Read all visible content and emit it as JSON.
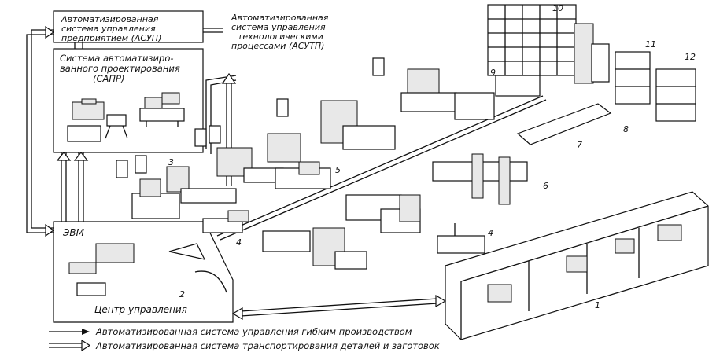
{
  "labels": {
    "asup": [
      "Автоматизированная",
      "система управления",
      "предприятием (АСУП)"
    ],
    "asutp": [
      "Автоматизированная",
      "система управления",
      "технологическими",
      "процессами (АСУТП)"
    ],
    "sapr": [
      "Система автоматизиро-",
      "ванного проектирования",
      "(САПР)"
    ],
    "evm": "ЭВМ",
    "control_center": "Центр управления"
  },
  "legend": [
    {
      "text": "Автоматизированная система управления гибким производством",
      "style": "single-arrow"
    },
    {
      "text": "Автоматизированная система транспортирования деталей и заготовок",
      "style": "double-arrow"
    }
  ],
  "numbers": {
    "n1": "1",
    "n2": "2",
    "n3": "3",
    "n4a": "4",
    "n4b": "4",
    "n5": "5",
    "n6": "6",
    "n7": "7",
    "n8": "8",
    "n9": "9",
    "n10": "10",
    "n11": "11",
    "n12": "12"
  }
}
